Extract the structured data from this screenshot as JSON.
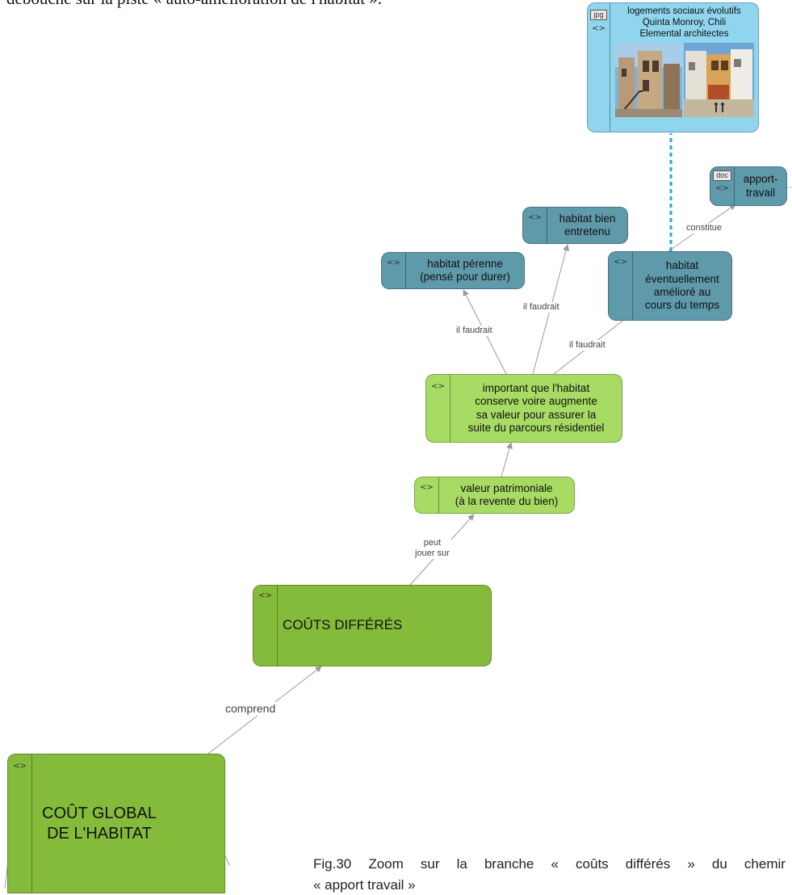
{
  "top_text": "débouche sur la piste « auto-amélioration de l'habitat ».",
  "nodes": {
    "image_card": {
      "tag": "jpg",
      "title": "logements sociaux évolutifs\nQuinta Monroy, Chili\nElemental architectes"
    },
    "apport_travail": {
      "tag": "doc",
      "label": "apport-\ntravail"
    },
    "habitat_bien_entretenu": {
      "label": "habitat  bien\nentretenu"
    },
    "habitat_perenne": {
      "label": "habitat pérenne\n(pensé pour durer)"
    },
    "habitat_ameliore": {
      "label": "habitat\néventuellement\namélioré  au\ncours du temps"
    },
    "important_valeur": {
      "label": "important que l'habitat\nconserve voire augmente\nsa valeur pour assurer la\nsuite du parcours résidentiel"
    },
    "valeur_patrimoniale": {
      "label": "valeur patrimoniale\n(à la revente du bien)"
    },
    "couts_differes": {
      "label": "COÛTS DIFFÉRÉS"
    },
    "cout_global": {
      "label": "COÛT GLOBAL\nDE L'HABITAT"
    }
  },
  "expand_symbol": "<>",
  "edge_labels": {
    "constitue": "constitue",
    "il_faudrait_1": "il faudrait",
    "il_faudrait_2": "il faudrait",
    "il_faudrait_3": "il faudrait",
    "peut_jouer_sur": "peut\njouer sur",
    "comprend": "comprend"
  },
  "caption": {
    "fig": "Fig.30",
    "line1_words": [
      "Zoom",
      "sur",
      "la",
      "branche",
      "«",
      "coûts",
      "différés",
      "»",
      "du",
      "chemir"
    ],
    "line2": "« apport travail »"
  },
  "colors": {
    "teal": "#5f9aab",
    "light_green": "#a7db64",
    "green": "#85bb3b",
    "image_blue": "#8fd5ee",
    "dashed_link": "#2aa6e0"
  }
}
